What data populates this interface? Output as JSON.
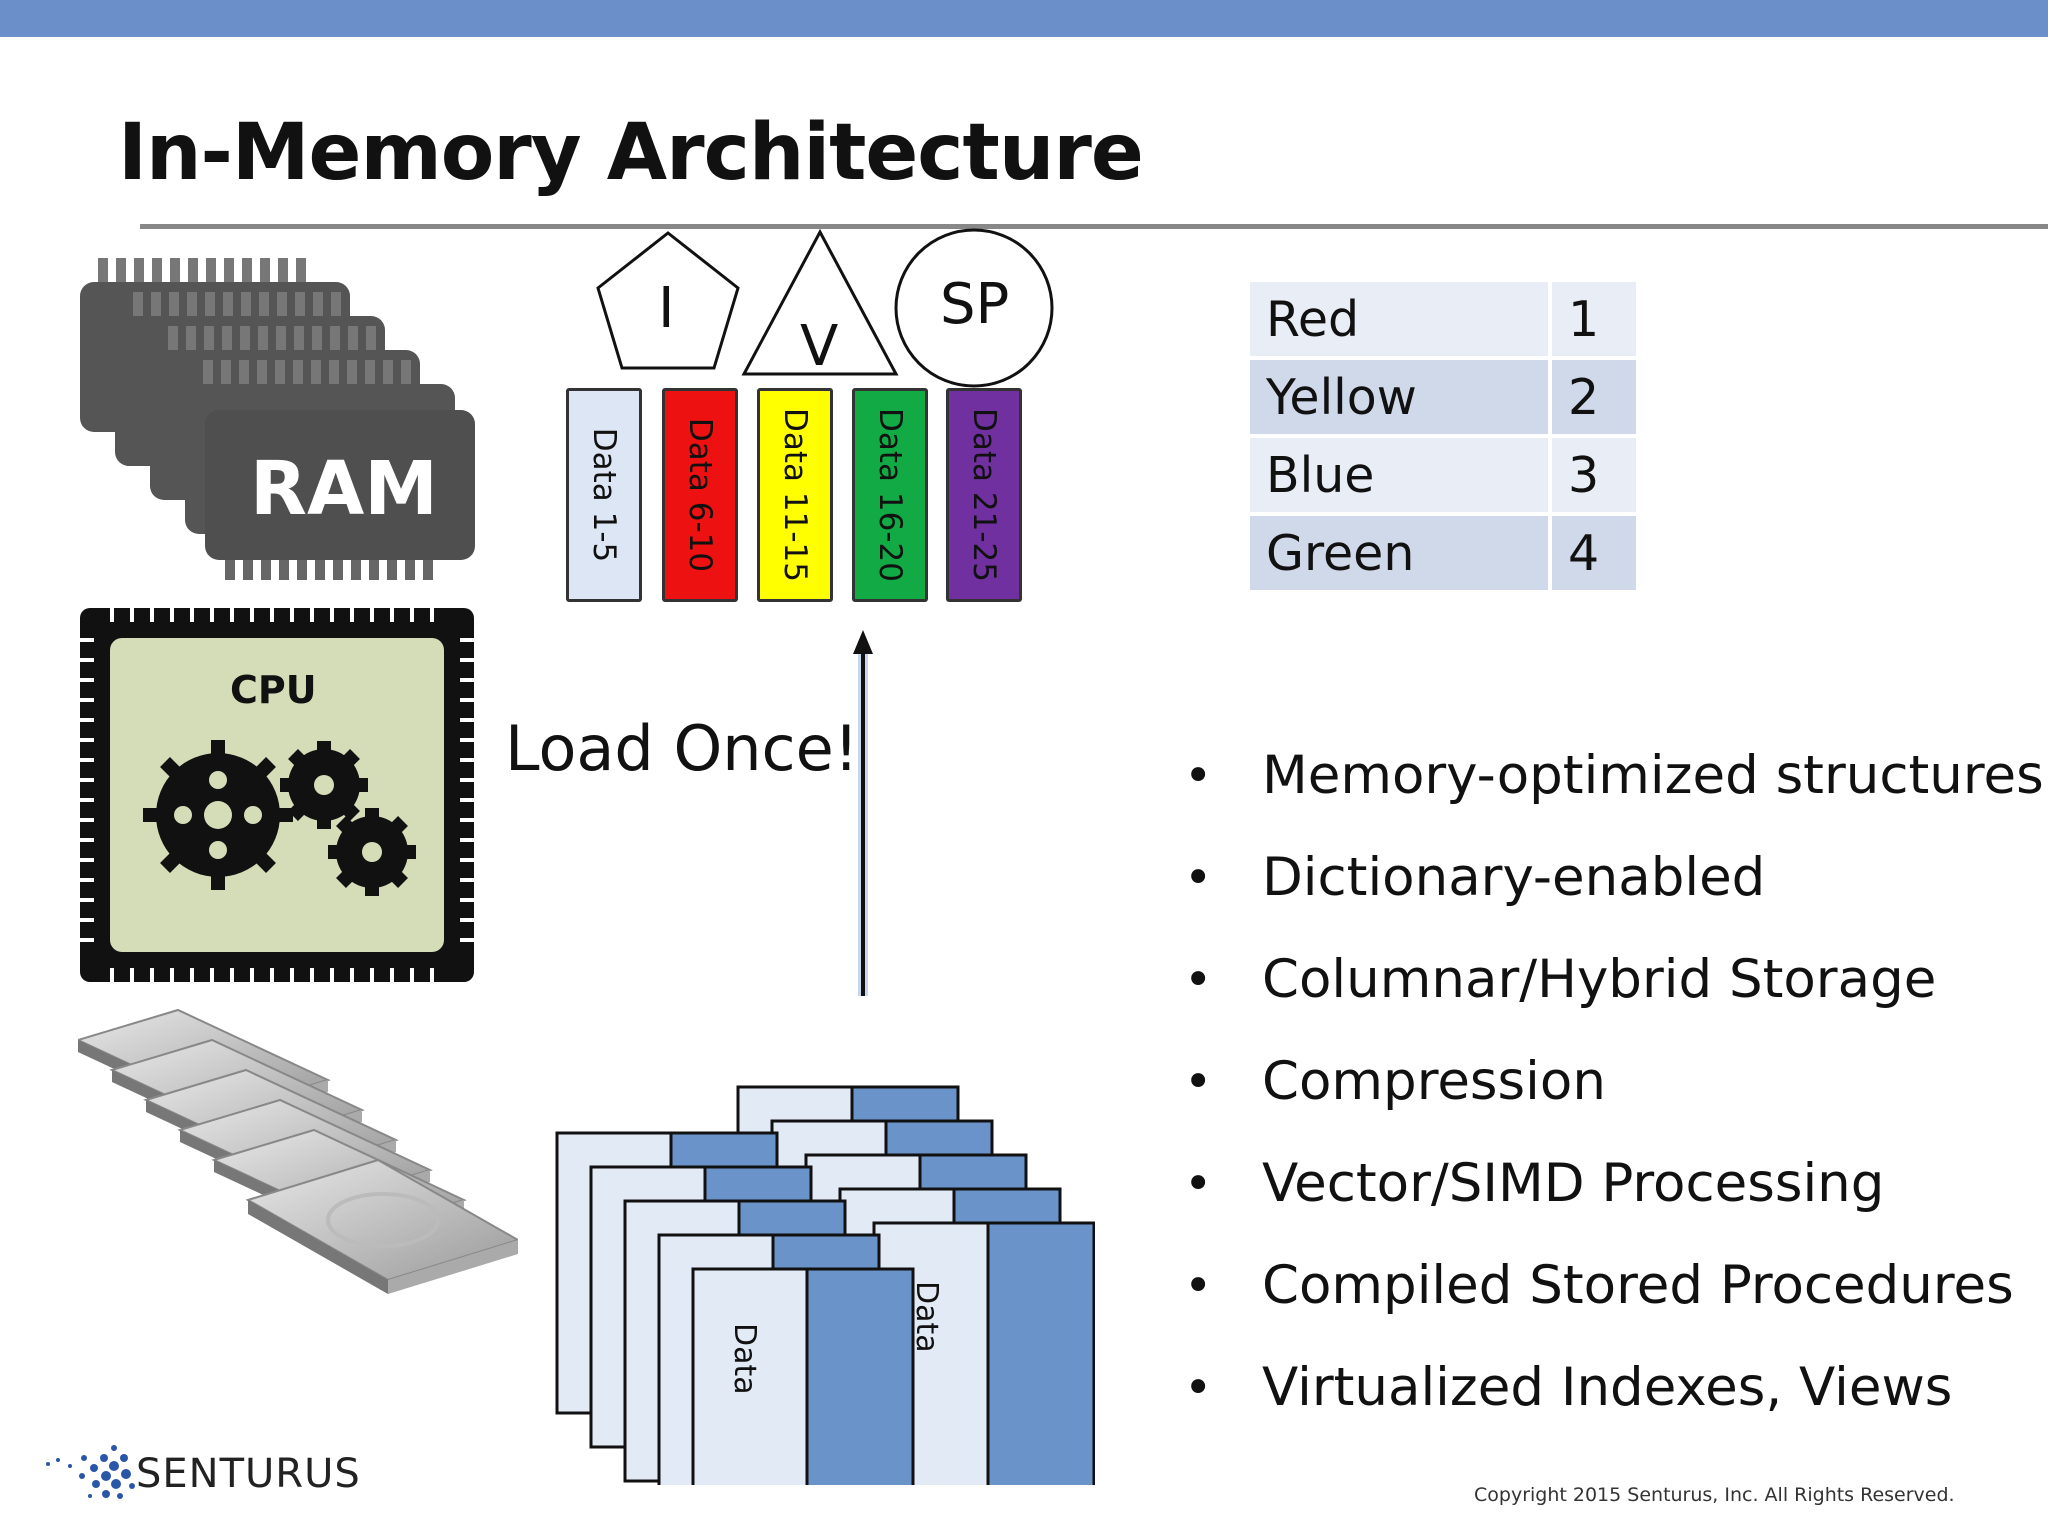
{
  "slide": {
    "title": "In-Memory Architecture",
    "accent_color": "#6b8fc8"
  },
  "hardware": {
    "ram_label": "RAM",
    "cpu_label": "CPU",
    "ssd_icon": "ssd-drive-icon"
  },
  "objects": {
    "index_label": "I",
    "view_label": "V",
    "proc_label": "SP"
  },
  "columns": [
    {
      "label": "Data 1-5",
      "color": "#dce6f4"
    },
    {
      "label": "Data 6-10",
      "color": "#ee1111"
    },
    {
      "label": "Data 11-15",
      "color": "#ffff00"
    },
    {
      "label": "Data 16-20",
      "color": "#11aa44"
    },
    {
      "label": "Data 21-25",
      "color": "#7030a0"
    }
  ],
  "load_text": "Load Once!",
  "dictionary": [
    {
      "name": "Red",
      "code": "1"
    },
    {
      "name": "Yellow",
      "code": "2"
    },
    {
      "name": "Blue",
      "code": "3"
    },
    {
      "name": "Green",
      "code": "4"
    }
  ],
  "bullets": [
    "Memory-optimized structures",
    "Dictionary-enabled",
    "Columnar/Hybrid Storage",
    "Compression",
    "Vector/SIMD Processing",
    "Compiled Stored Procedures",
    "Virtualized Indexes, Views"
  ],
  "bullet_glyph": "•",
  "pages": {
    "front_label": "Data",
    "back_label": "Data",
    "blue": "#6a93c9",
    "light": "#e2eaf6"
  },
  "footer": {
    "logo": "SENTURUS",
    "copyright": "Copyright 2015  Senturus, Inc.   All Rights Reserved."
  }
}
